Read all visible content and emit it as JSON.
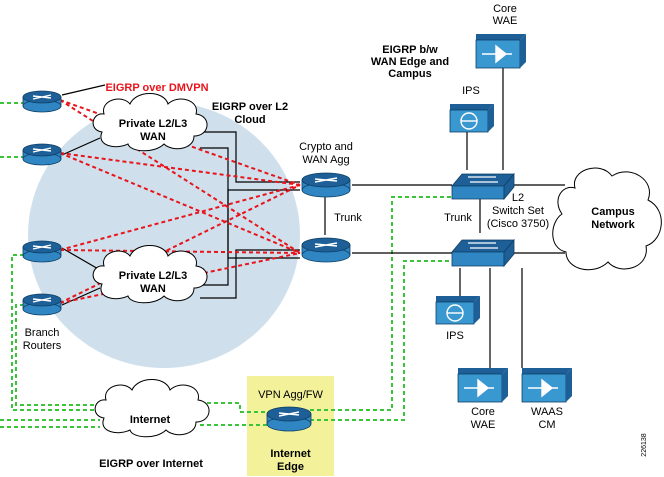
{
  "colors": {
    "router_body": "#2f86c3",
    "router_top": "#1d5f96",
    "wae_fill": "#3a98d0",
    "cloud_region": "#cfe0ec",
    "edge_box": "#f3f29a",
    "dmvpn_line": "#e8141b",
    "internet_line": "#39c439",
    "solid_line": "#000000"
  },
  "icons": {
    "router": "router-icon",
    "switch": "l2-switch-icon",
    "wae": "wae-appliance-icon",
    "ips": "ips-appliance-icon",
    "cloud": "cloud-icon"
  },
  "labels": {
    "eigrp_dmvpn": "EIGRP over DMVPN",
    "eigrp_l2_line1": "EIGRP over L2",
    "eigrp_l2_line2": "Cloud",
    "eigrp_wan_line1": "EIGRP b/w",
    "eigrp_wan_line2": "WAN Edge and",
    "eigrp_wan_line3": "Campus",
    "core_wae_top_line1": "Core",
    "core_wae_top_line2": "WAE",
    "ips_top": "IPS",
    "ips_bottom": "IPS",
    "crypto_line1": "Crypto and",
    "crypto_line2": "WAN Agg",
    "trunk_left": "Trunk",
    "trunk_right": "Trunk",
    "switch_set_line1": "L2",
    "switch_set_line2": "Switch Set",
    "switch_set_line3": "(Cisco 3750)",
    "campus_line1": "Campus",
    "campus_line2": "Network",
    "wan_top_line1": "Private L2/L3",
    "wan_top_line2": "WAN",
    "wan_bottom_line1": "Private L2/L3",
    "wan_bottom_line2": "WAN",
    "branch_line1": "Branch",
    "branch_line2": "Routers",
    "internet": "Internet",
    "eigrp_internet": "EIGRP over Internet",
    "vpn_agg": "VPN Agg/FW",
    "internet_edge_line1": "Internet",
    "internet_edge_line2": "Edge",
    "core_wae_bottom_line1": "Core",
    "core_wae_bottom_line2": "WAE",
    "waas_line1": "WAAS",
    "waas_line2": "CM",
    "figure_id": "226138"
  }
}
